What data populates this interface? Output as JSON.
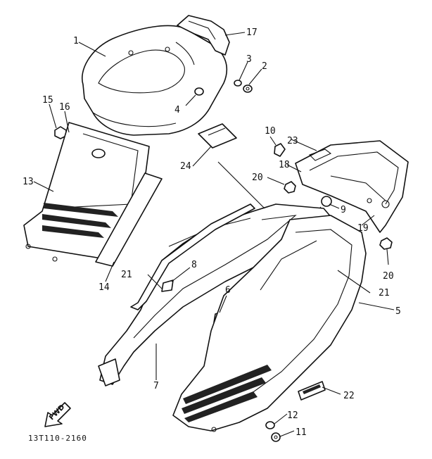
{
  "diagram_code": "13T110-2160",
  "fwd_label": "FWD",
  "callouts": [
    {
      "id": "c1",
      "text": "1"
    },
    {
      "id": "c2",
      "text": "2"
    },
    {
      "id": "c3",
      "text": "3"
    },
    {
      "id": "c4",
      "text": "4"
    },
    {
      "id": "c5",
      "text": "5"
    },
    {
      "id": "c6",
      "text": "6"
    },
    {
      "id": "c7",
      "text": "7"
    },
    {
      "id": "c8",
      "text": "8"
    },
    {
      "id": "c9",
      "text": "9"
    },
    {
      "id": "c10",
      "text": "10"
    },
    {
      "id": "c11",
      "text": "11"
    },
    {
      "id": "c12",
      "text": "12"
    },
    {
      "id": "c13",
      "text": "13"
    },
    {
      "id": "c14",
      "text": "14"
    },
    {
      "id": "c15",
      "text": "15"
    },
    {
      "id": "c16",
      "text": "16"
    },
    {
      "id": "c17",
      "text": "17"
    },
    {
      "id": "c18",
      "text": "18"
    },
    {
      "id": "c19",
      "text": "19"
    },
    {
      "id": "c20a",
      "text": "20"
    },
    {
      "id": "c20b",
      "text": "20"
    },
    {
      "id": "c21a",
      "text": "21"
    },
    {
      "id": "c21b",
      "text": "21"
    },
    {
      "id": "c22",
      "text": "22"
    },
    {
      "id": "c23",
      "text": "23"
    },
    {
      "id": "c24",
      "text": "24"
    }
  ]
}
